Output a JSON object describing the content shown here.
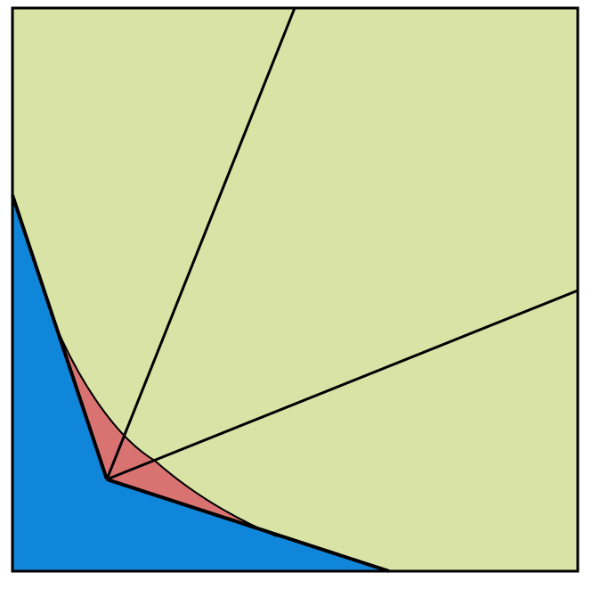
{
  "colors": {
    "background": "#d9e3a5",
    "blue_region": "#0f86d9",
    "red_region": "#d97372",
    "stroke": "#000000",
    "page": "#ffffff"
  },
  "diagram": {
    "regions": [
      {
        "name": "light-green-background",
        "color_key": "background"
      },
      {
        "name": "blue-polygon-region",
        "color_key": "blue_region"
      },
      {
        "name": "red-curved-triangle-region",
        "color_key": "red_region"
      }
    ],
    "lines": [
      {
        "name": "steep-ray-line"
      },
      {
        "name": "shallow-ray-line"
      }
    ]
  }
}
